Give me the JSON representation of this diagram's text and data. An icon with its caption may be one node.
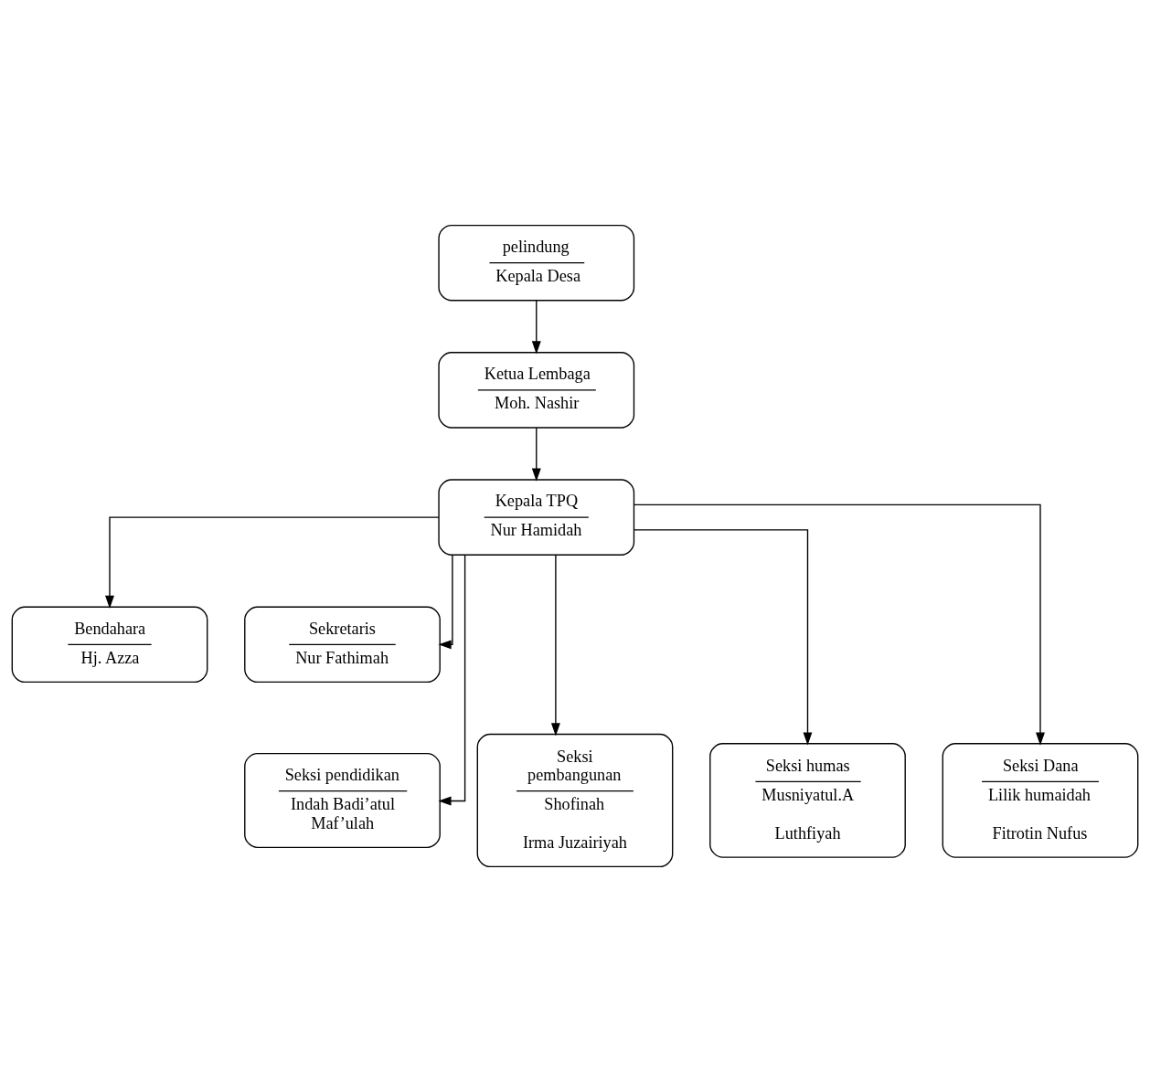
{
  "diagram": {
    "nodes": [
      {
        "text": [
          "pelindung",
          "Kepala Desa"
        ]
      },
      {
        "text": [
          "Ketua Lembaga",
          "Moh. Nashir"
        ]
      },
      {
        "text": [
          "Kepala TPQ",
          "Nur Hamidah"
        ]
      },
      {
        "text": [
          "Bendahara",
          "Hj. Azza"
        ]
      },
      {
        "text": [
          "Sekretaris",
          "Nur Fathimah"
        ]
      },
      {
        "text": [
          "Seksi pendidikan",
          "Indah Badi’atul Maf’ulah"
        ]
      },
      {
        "text": [
          "Seksi pembangunan",
          "Shofinah",
          "Irma Juzairiyah"
        ]
      },
      {
        "text": [
          "Seksi humas",
          "Musniyatul.A",
          "Luthfiyah"
        ]
      },
      {
        "text": [
          "Seksi Dana",
          "Lilik humaidah",
          "Fitrotin Nufus"
        ]
      }
    ],
    "edges": [
      {
        "from": 0,
        "to": 1,
        "arrow": "to"
      },
      {
        "from": 1,
        "to": 2,
        "arrow": "to"
      },
      {
        "from": 2,
        "to": 3,
        "arrow": "to"
      },
      {
        "from": 2,
        "to": 4,
        "arrow": "to"
      },
      {
        "from": 2,
        "to": 5,
        "arrow": "to"
      },
      {
        "from": 2,
        "to": 6,
        "arrow": "to"
      },
      {
        "from": 2,
        "to": 7,
        "arrow": "to"
      },
      {
        "from": 2,
        "to": 8,
        "arrow": "to"
      }
    ]
  }
}
